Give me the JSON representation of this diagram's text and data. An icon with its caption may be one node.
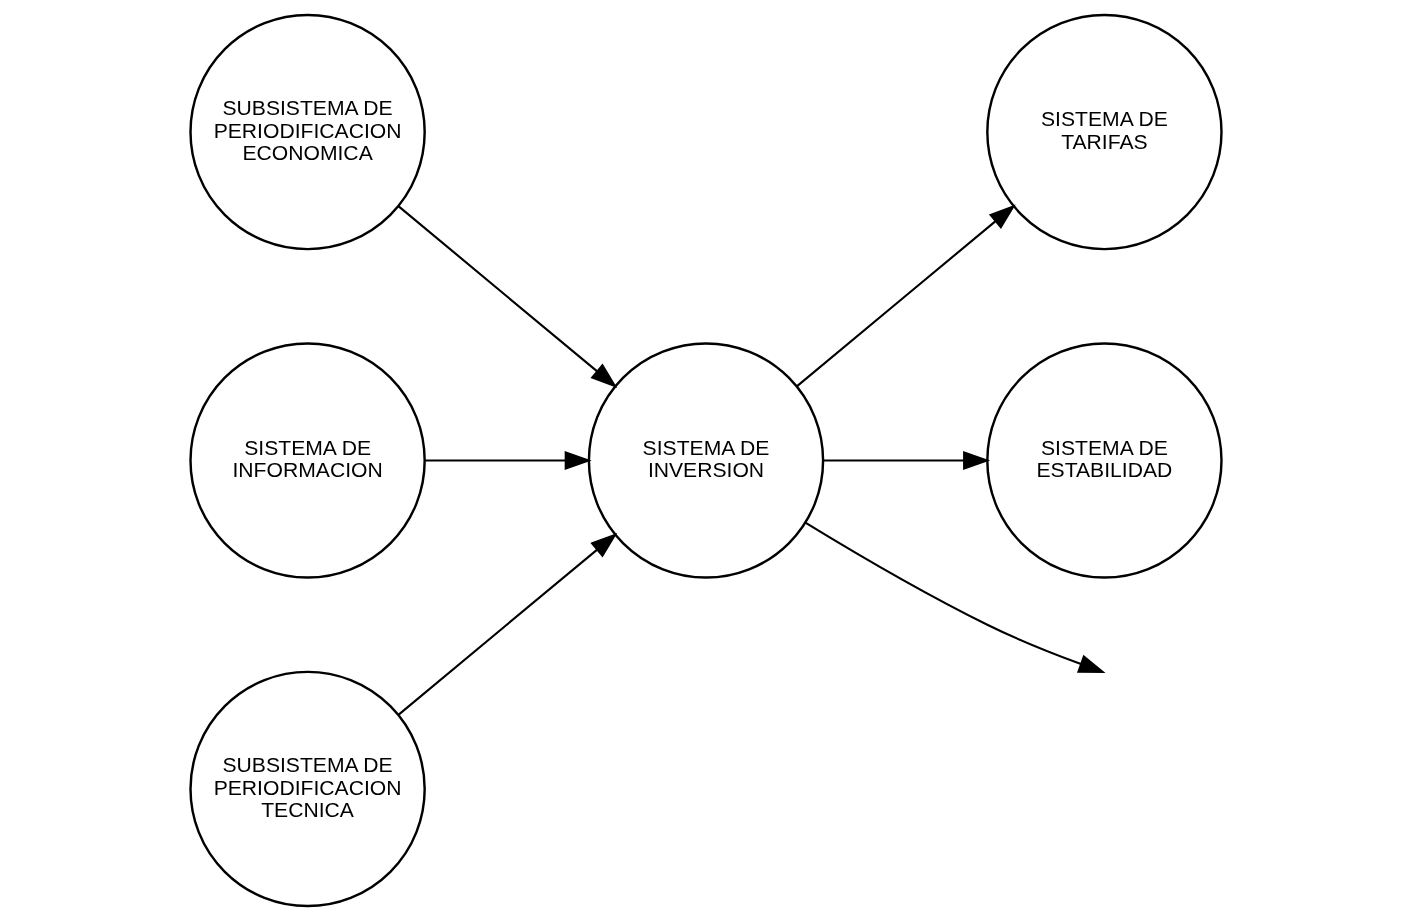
{
  "diagram": {
    "nodes": [
      {
        "text": [
          "SUBSISTEMA DE PERIODIFICACION ECONOMICA"
        ]
      },
      {
        "text": [
          "SISTEMA DE INFORMACION"
        ]
      },
      {
        "text": [
          "SISTEMA DE TARIFAS"
        ]
      },
      {
        "text": [
          "SISTEMA DE INVERSION"
        ]
      },
      {
        "text": [
          "SUBSISTEMA DE PERIODIFICACION TECNICA"
        ]
      },
      {
        "text": [
          "SISTEMA DE ESTABILIDAD"
        ]
      }
    ],
    "edges": [
      {
        "from": 0,
        "to": 3,
        "arrow": "to"
      },
      {
        "from": 1,
        "to": 3,
        "arrow": "to"
      },
      {
        "from": 3,
        "to": 2,
        "arrow": "to"
      },
      {
        "from": 4,
        "to": 3,
        "arrow": "to"
      },
      {
        "from": 3,
        "to": 5,
        "arrow": "to"
      },
      {
        "from": 3,
        "to": null,
        "arrow": "to"
      }
    ]
  }
}
